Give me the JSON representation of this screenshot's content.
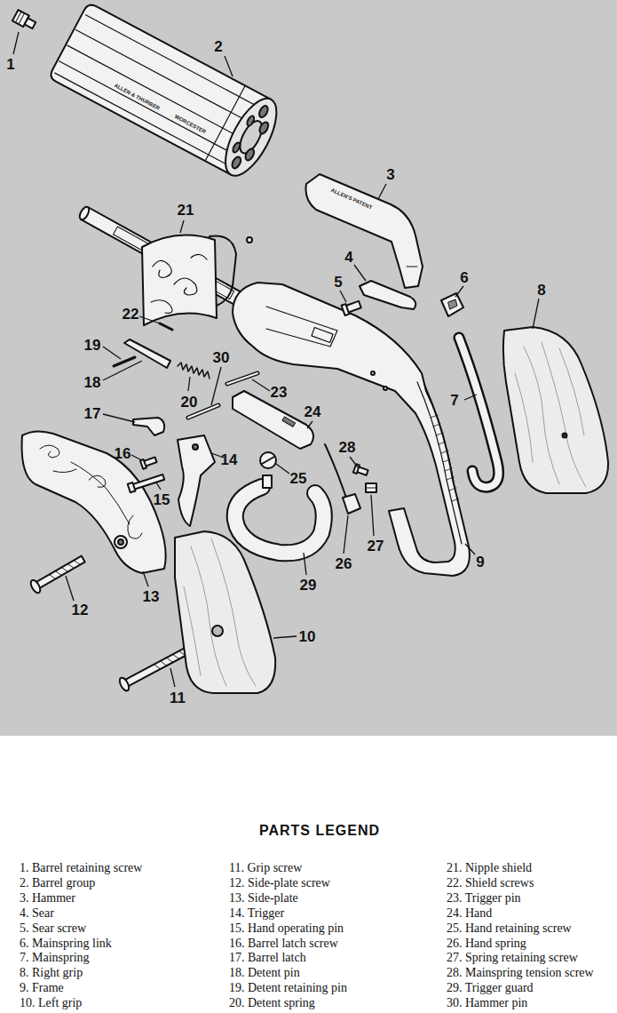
{
  "diagram": {
    "title": "PARTS LEGEND",
    "labels": [
      "1",
      "2",
      "3",
      "4",
      "5",
      "6",
      "7",
      "8",
      "9",
      "10",
      "11",
      "12",
      "13",
      "14",
      "15",
      "16",
      "17",
      "18",
      "19",
      "20",
      "21",
      "22",
      "23",
      "24",
      "25",
      "26",
      "27",
      "28",
      "29",
      "30",
      "ALLEN & THURBER",
      "WORCESTER",
      "ALLEN'S PATENT",
      "1. Barrel retaining screw",
      "2. Barrel group",
      "3. Hammer",
      "4. Sear",
      "5. Sear screw",
      "6. Mainspring link",
      "7. Mainspring",
      "8. Right grip",
      "9. Frame",
      "10. Left grip",
      "11. Grip screw",
      "12. Side-plate screw",
      "13. Side-plate",
      "14. Trigger",
      "15. Hand operating pin",
      "16. Barrel latch screw",
      "17. Barrel latch",
      "18. Detent pin",
      "19. Detent retaining pin",
      "20. Detent spring",
      "21. Nipple shield",
      "22. Shield screws",
      "23. Trigger pin",
      "24. Hand",
      "25. Hand retaining screw",
      "26. Hand spring",
      "27. Spring retaining screw",
      "28. Mainspring tension screw",
      "29. Trigger guard",
      "30. Hammer pin"
    ]
  }
}
